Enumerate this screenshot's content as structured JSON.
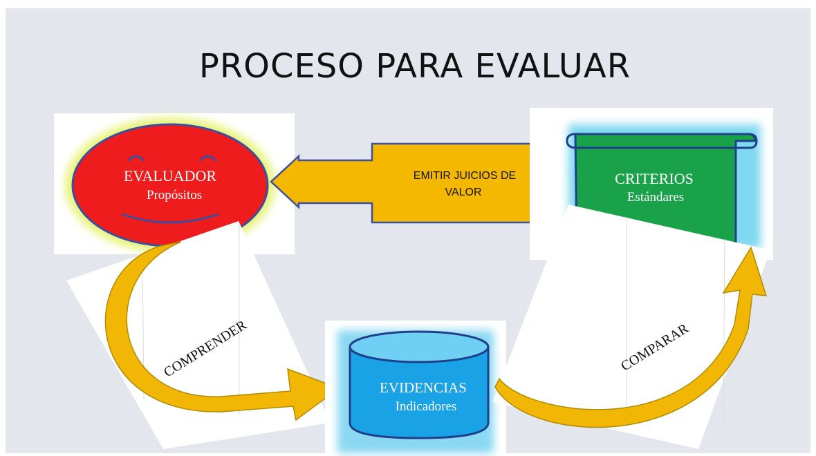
{
  "slide": {
    "title": "PROCESO PARA EVALUAR"
  },
  "nodes": {
    "evaluador": {
      "title": "EVALUADOR",
      "subtitle": "Propósitos",
      "color": "#ee1c1c"
    },
    "criterios": {
      "title": "CRITERIOS",
      "subtitle": "Estándares",
      "color": "#1aa24a"
    },
    "evidencias": {
      "title": "EVIDENCIAS",
      "subtitle": "Indicadores",
      "color": "#19a3e6"
    }
  },
  "arrows": {
    "emitir": {
      "line1": "EMITIR JUICIOS DE",
      "line2": "VALOR",
      "color": "#f5b800"
    },
    "comprender": {
      "label": "COMPRENDER"
    },
    "comparar": {
      "label": "COMPARAR"
    }
  },
  "colors": {
    "background": "#e3e7ed",
    "curved_arrow": "#f2b705",
    "curved_arrow_dark": "#b08a00"
  }
}
